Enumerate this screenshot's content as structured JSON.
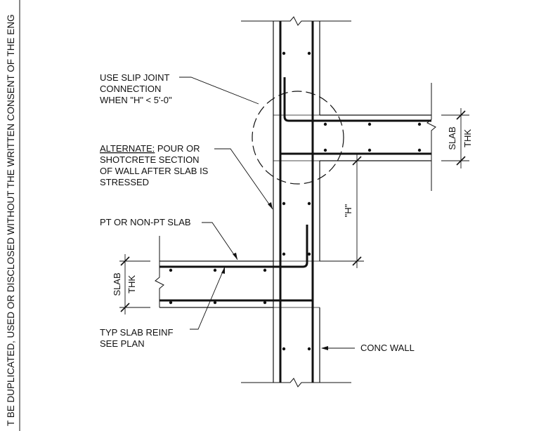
{
  "side_note": "T BE DUPLICATED, USED OR DISCLOSED WITHOUT THE WRITTEN CONSENT OF THE ENG",
  "notes": {
    "slip_joint": [
      "USE SLIP JOINT",
      "CONNECTION",
      "WHEN \"H\" < 5'-0\""
    ],
    "alternate_label": "ALTERNATE:",
    "alternate_rest": " POUR OR",
    "alternate_lines": [
      "SHOTCRETE SECTION",
      "OF WALL AFTER SLAB IS",
      "STRESSED"
    ],
    "pt_slab": "PT OR NON-PT SLAB",
    "typ_reinf": [
      "TYP SLAB REINF",
      "SEE PLAN"
    ],
    "conc_wall": "CONC WALL",
    "h_dim": "\"H\"",
    "slab_thk_upper": [
      "SLAB",
      "THK"
    ],
    "slab_thk_lower": [
      "SLAB",
      "THK"
    ]
  },
  "colors": {
    "line": "#111111",
    "paper": "#ffffff"
  }
}
